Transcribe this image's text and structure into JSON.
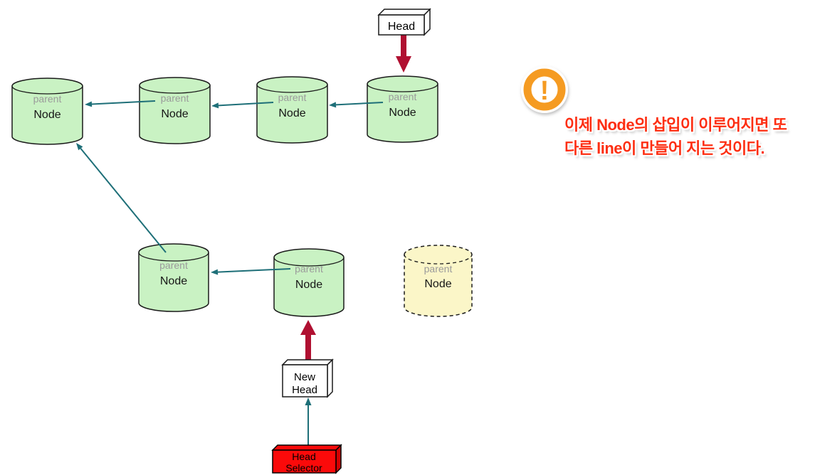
{
  "colors": {
    "node-fill": "#c9f2c3",
    "node-stroke": "#1a1a1a",
    "ghost-fill": "#fbf6c8",
    "arrow": "#1e6f78",
    "thick-arrow": "#b01031",
    "selector-red": "#fb0a0a",
    "selector-red-dark": "#d40000",
    "warning-orange": "#f59b22",
    "annotation-red": "#fd2e12",
    "label-gray": "#9b9b9b",
    "label-black": "#161616"
  },
  "nodes": [
    {
      "sublabel": "parent",
      "label": "Node"
    },
    {
      "sublabel": "parent",
      "label": "Node"
    },
    {
      "sublabel": "parent",
      "label": "Node"
    },
    {
      "sublabel": "parent",
      "label": "Node"
    },
    {
      "sublabel": "parent",
      "label": "Node"
    },
    {
      "sublabel": "parent",
      "label": "Node"
    },
    {
      "sublabel": "parent",
      "label": "Node"
    }
  ],
  "head_box": {
    "label": "Head"
  },
  "new_head_box": {
    "line1": "New",
    "line2": "Head"
  },
  "head_selector": {
    "line1": "Head",
    "line2": "Selector"
  },
  "warning_icon": {
    "glyph": "!"
  },
  "annotation": {
    "line1": "이제 Node의 삽입이 이루어지면 또",
    "line2": "다른 line이 만들어 지는 것이다."
  }
}
